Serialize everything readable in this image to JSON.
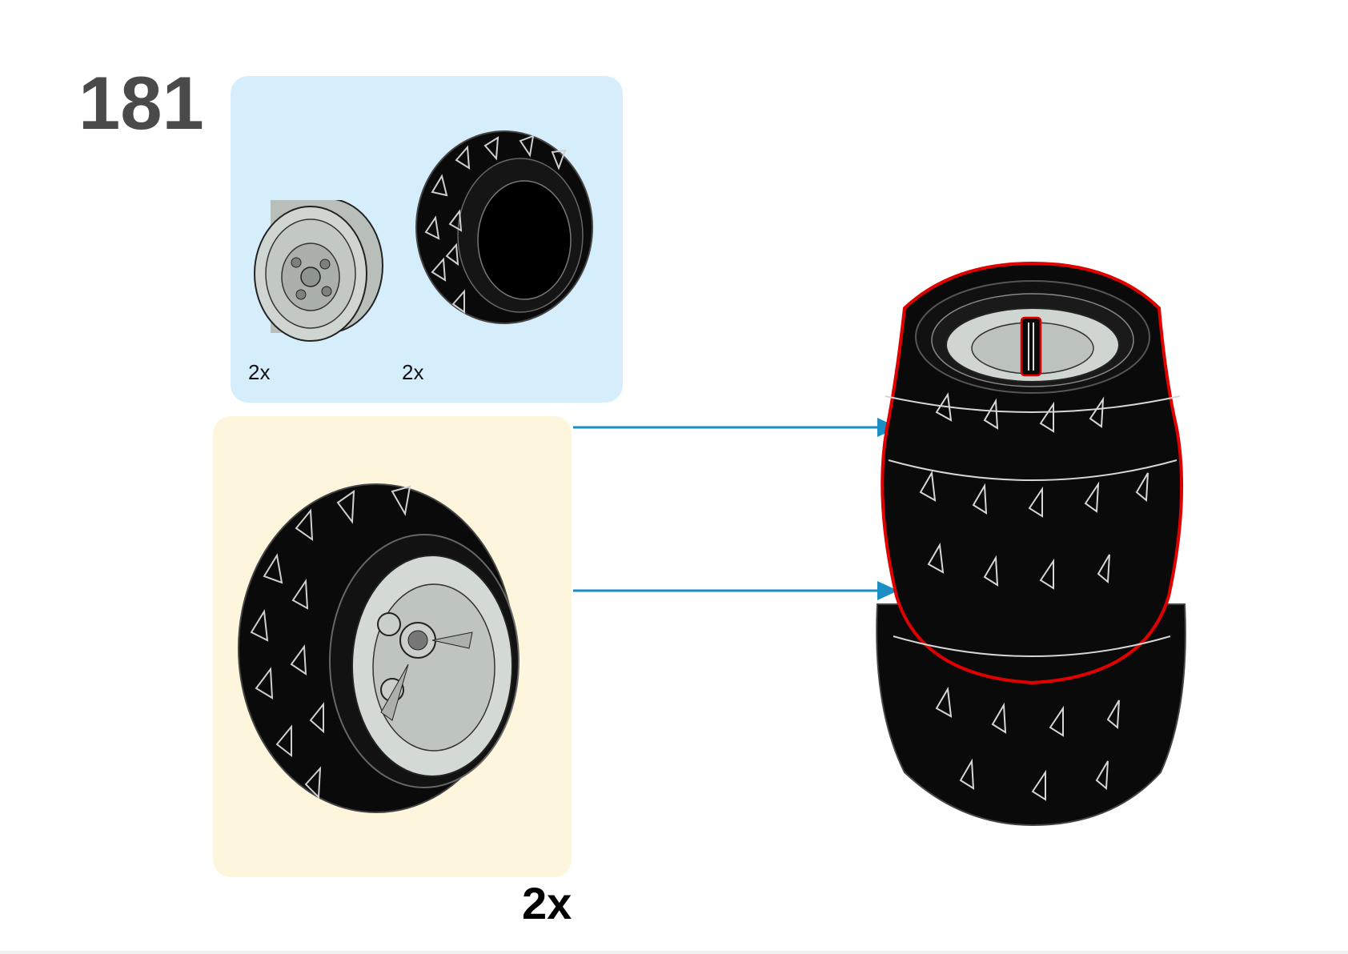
{
  "step": {
    "number": "181"
  },
  "parts_list": {
    "items": [
      {
        "name": "wheel-rim",
        "quantity": "2x"
      },
      {
        "name": "tire",
        "quantity": "2x"
      }
    ]
  },
  "sub_assembly": {
    "multiplier": "2x"
  },
  "colors": {
    "parts_panel_bg": "#d6eefc",
    "sub_panel_bg": "#fdf5dc",
    "arrow": "#1a8fc4",
    "highlight": "#e00000",
    "tire": "#0a0a0a",
    "rim": "#c7cdc8"
  }
}
